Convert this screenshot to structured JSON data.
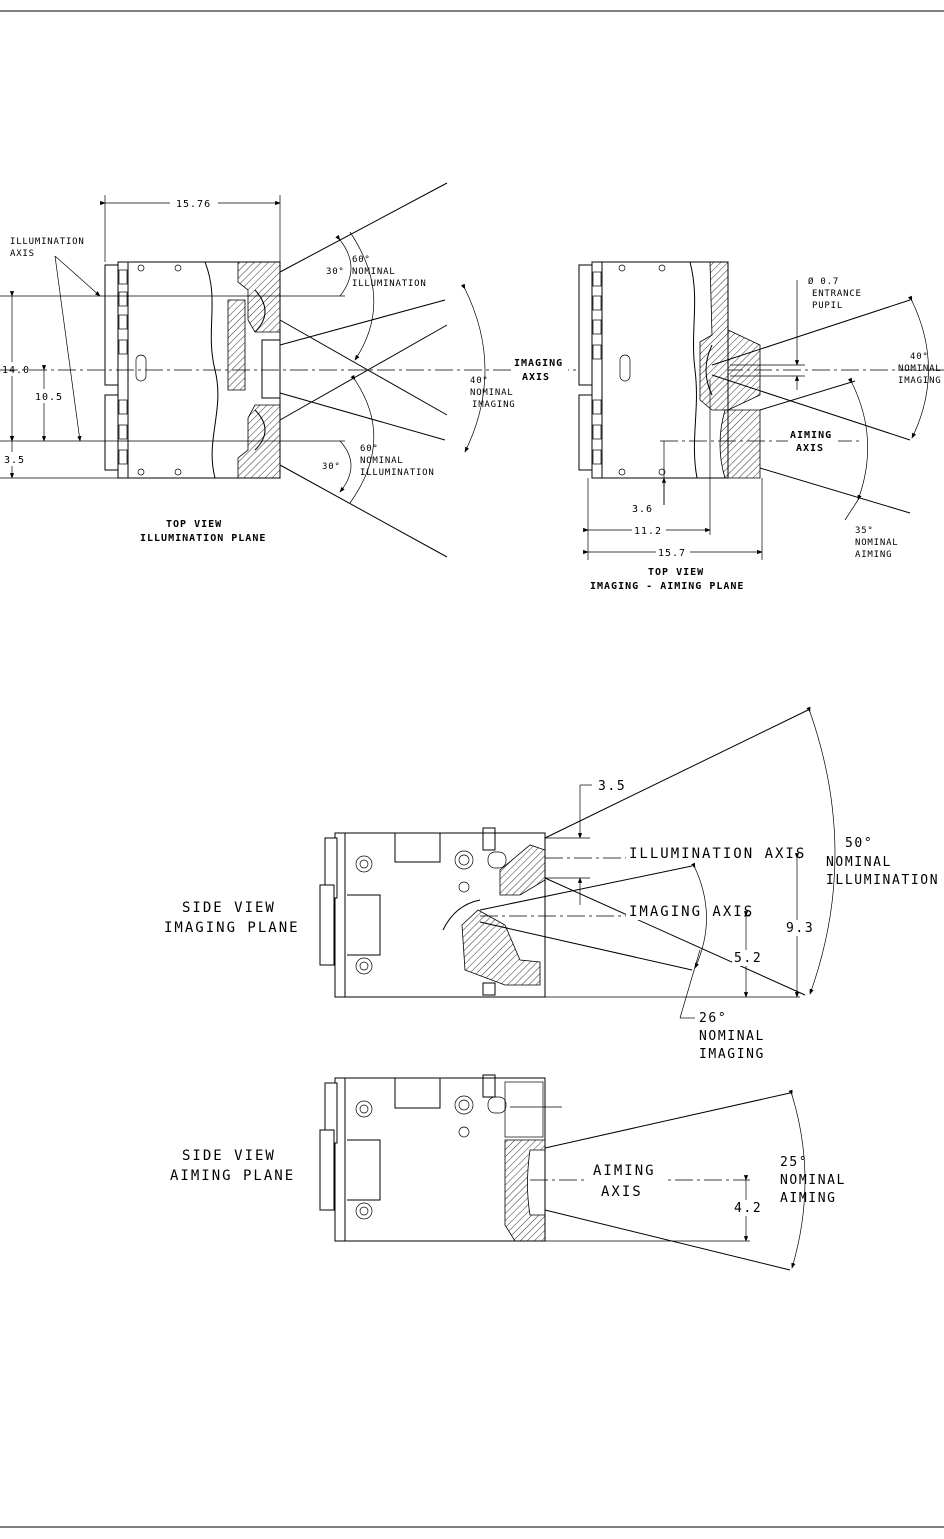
{
  "top_view_illumination": {
    "width_dim": "15.76",
    "illumination_axis_label": [
      "ILLUMINATION",
      "AXIS"
    ],
    "dim_14": "14.0",
    "dim_10_5": "10.5",
    "dim_3_5": "3.5",
    "angle_upper_30": "30°",
    "angle_lower_30": "30°",
    "upper_illum": [
      "60°",
      "NOMINAL",
      "ILLUMINATION"
    ],
    "lower_illum": [
      "60°",
      "NOMINAL",
      "ILLUMINATION"
    ],
    "imaging": [
      "40°",
      "NOMINAL",
      "IMAGING"
    ],
    "caption": [
      "TOP VIEW",
      "ILLUMINATION PLANE"
    ]
  },
  "imaging_axis_label": [
    "IMAGING",
    "AXIS"
  ],
  "top_view_imaging_aiming": {
    "entrance_pupil": [
      "Ø 0.7",
      "ENTRANCE",
      "PUPIL"
    ],
    "imaging": [
      "40°",
      "NOMINAL",
      "IMAGING"
    ],
    "aiming_axis_label": [
      "AIMING",
      "AXIS"
    ],
    "aiming": [
      "35°",
      "NOMINAL",
      "AIMING"
    ],
    "dim_3_6": "3.6",
    "dim_11_2": "11.2",
    "dim_15_7": "15.7",
    "caption": [
      "TOP VIEW",
      "IMAGING - AIMING PLANE"
    ]
  },
  "side_view_imaging": {
    "caption": [
      "SIDE VIEW",
      "IMAGING PLANE"
    ],
    "dim_3_5": "3.5",
    "illumination_axis": "ILLUMINATION AXIS",
    "imaging_axis": "IMAGING AXIS",
    "dim_9_3": "9.3",
    "dim_5_2": "5.2",
    "illum": [
      "50°",
      "NOMINAL",
      "ILLUMINATION"
    ],
    "imaging": [
      "26°",
      "NOMINAL",
      "IMAGING"
    ]
  },
  "side_view_aiming": {
    "caption": [
      "SIDE VIEW",
      "AIMING PLANE"
    ],
    "aiming_axis": [
      "AIMING",
      "AXIS"
    ],
    "dim_4_2": "4.2",
    "aiming": [
      "25°",
      "NOMINAL",
      "AIMING"
    ]
  }
}
